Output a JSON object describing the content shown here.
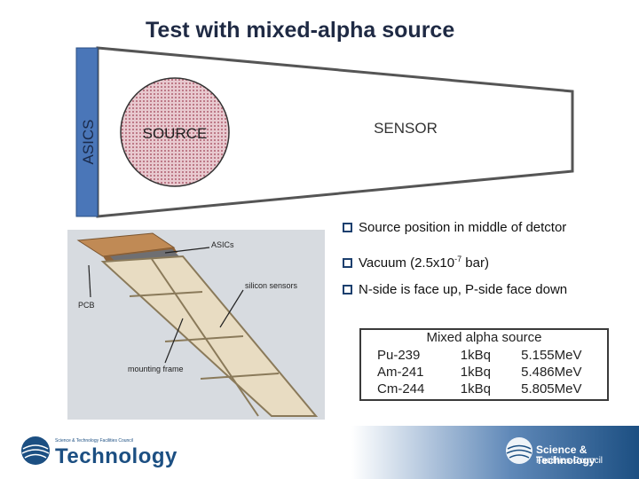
{
  "title": "Test with mixed-alpha source",
  "diagram": {
    "asics_label": "ASICS",
    "source_label": "SOURCE",
    "sensor_label": "SENSOR"
  },
  "photo": {
    "labels": {
      "asics": "ASICs",
      "silicon": "silicon sensors",
      "pcb": "PCB",
      "frame": "mounting frame"
    }
  },
  "bullets": {
    "b1": "Source position in middle of detctor",
    "b2_pre": "Vacuum (2.5x10",
    "b2_sup": "-7",
    "b2_post": " bar)",
    "b3": "N-side is face up, P-side face down"
  },
  "table": {
    "title": "Mixed alpha source",
    "rows": [
      {
        "isotope": "Pu-239",
        "activity": "1kBq",
        "energy": "5.155MeV"
      },
      {
        "isotope": "Am-241",
        "activity": "1kBq",
        "energy": "5.486MeV"
      },
      {
        "isotope": "Cm-244",
        "activity": "1kBq",
        "energy": "5.805MeV"
      }
    ]
  },
  "footer": {
    "council_small": "Science & Technology Facilities Council",
    "tech_word": "Technology",
    "right_line1": "Science & Technology",
    "right_line2": "Facilities Council"
  },
  "colors": {
    "asics_bar": "#4a76b8",
    "title": "#1f2a44",
    "footer_blue": "#1c4f82"
  }
}
